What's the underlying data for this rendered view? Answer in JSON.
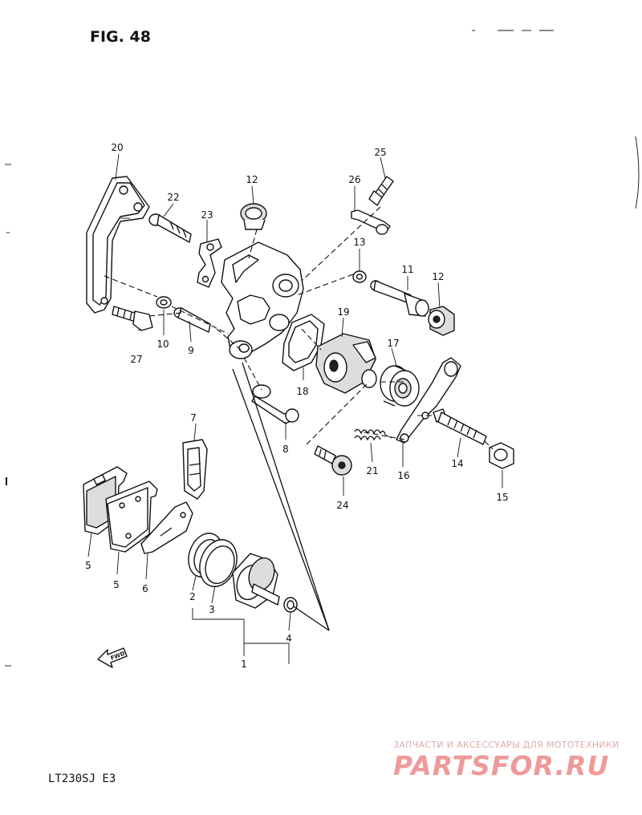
{
  "figure": {
    "title": "FIG. 48",
    "model": "LT230SJ E3",
    "direction_label": "FWD"
  },
  "watermark": {
    "line1": "ЗАПЧАСТИ И АКСЕССУАРЫ ДЛЯ МОТОТЕХНИКИ",
    "line2": "PARTSFOR.RU"
  },
  "callouts": {
    "c1": "1",
    "c2": "2",
    "c3": "3",
    "c4": "4",
    "c5a": "5",
    "c5b": "5",
    "c6": "6",
    "c7": "7",
    "c8": "8",
    "c9": "9",
    "c10": "10",
    "c11": "11",
    "c12a": "12",
    "c12b": "12",
    "c13": "13",
    "c14": "14",
    "c15": "15",
    "c16": "16",
    "c17": "17",
    "c18": "18",
    "c19": "19",
    "c20": "20",
    "c21": "21",
    "c22": "22",
    "c23": "23",
    "c24": "24",
    "c25": "25",
    "c26": "26",
    "c27": "27"
  }
}
